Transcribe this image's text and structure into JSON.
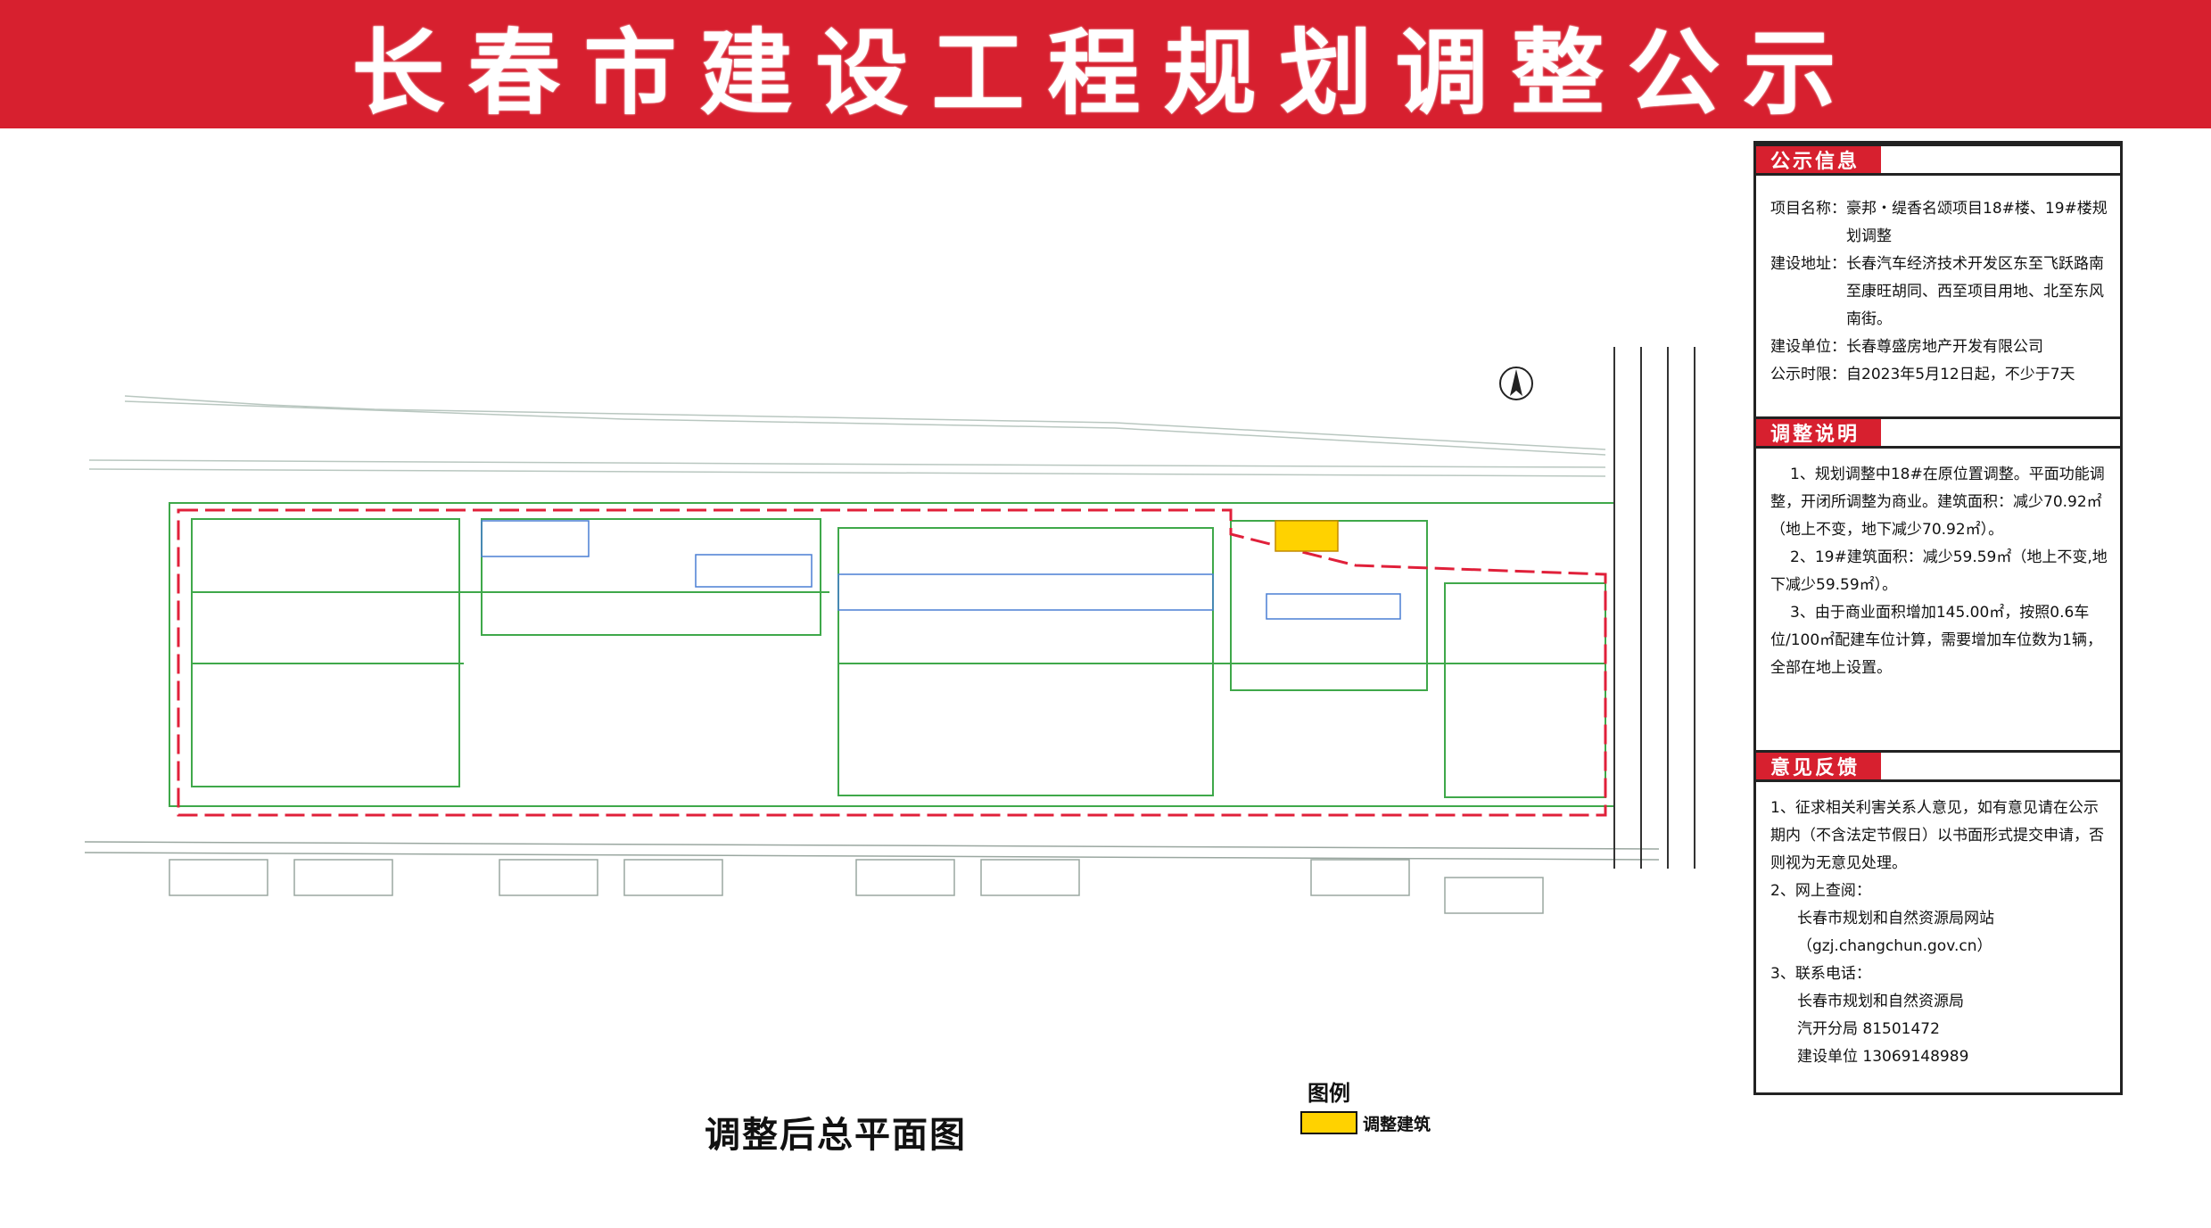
{
  "banner": {
    "title": "长春市建设工程规划调整公示"
  },
  "plan": {
    "title": "调整后总平面图",
    "legend_title": "图例",
    "legend_item": "调整建筑",
    "legend_color": "#ffd200",
    "redline_color": "#e0203a",
    "drawing_color": "#3fa84a"
  },
  "info": {
    "header": "公示信息",
    "rows": [
      {
        "k": "项目名称：",
        "v": "豪邦・缇香名颂项目18#楼、19#楼规划调整"
      },
      {
        "k": "建设地址：",
        "v": "长春汽车经济技术开发区东至飞跃路南至康旺胡同、西至项目用地、北至东风南街。"
      },
      {
        "k": "建设单位：",
        "v": "长春尊盛房地产开发有限公司"
      },
      {
        "k": "公示时限：",
        "v": "自2023年5月12日起，不少于7天"
      }
    ]
  },
  "adjust": {
    "header": "调整说明",
    "items": [
      "1、规划调整中18#在原位置调整。平面功能调整，开闭所调整为商业。建筑面积：减少70.92㎡（地上不变，地下减少70.92㎡）。",
      "2、19#建筑面积：减少59.59㎡（地上不变,地下减少59.59㎡）。",
      "3、由于商业面积增加145.00㎡，按照0.6车位/100㎡配建车位计算，需要增加车位数为1辆，全部在地上设置。"
    ]
  },
  "feedback": {
    "header": "意见反馈",
    "item1": "1、征求相关利害关系人意见，如有意见请在公示期内（不含法定节假日）以书面形式提交申请，否则视为无意见处理。",
    "item2_title": "2、网上查阅：",
    "item2_line1": "长春市规划和自然资源局网站",
    "item2_line2": "（gzj.changchun.gov.cn）",
    "item3_title": "3、联系电话：",
    "item3_line1": "长春市规划和自然资源局",
    "item3_line2": "汽开分局 81501472",
    "item3_line3": "建设单位 13069148989"
  }
}
